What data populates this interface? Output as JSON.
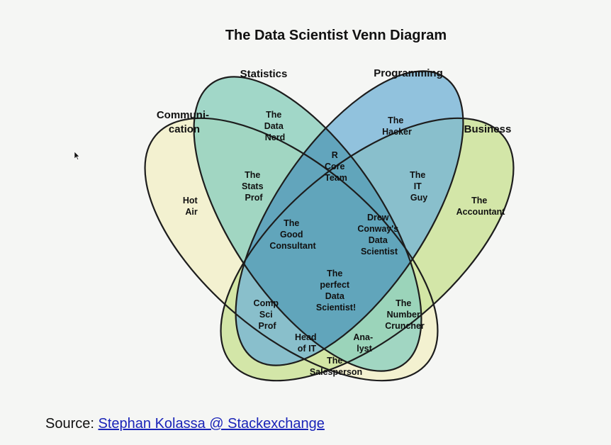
{
  "title": "The Data Scientist Venn Diagram",
  "sets": {
    "communication": {
      "label_lines": [
        "Communi-",
        "cation"
      ],
      "color": "#f3f1d0"
    },
    "statistics": {
      "label_lines": [
        "Statistics"
      ],
      "color": "#8fd0be"
    },
    "programming": {
      "label_lines": [
        "Programming"
      ],
      "color": "#74b4d6"
    },
    "business": {
      "label_lines": [
        "Business"
      ],
      "color": "#cfe4a0"
    }
  },
  "regions": {
    "hot_air": [
      "Hot",
      "Air"
    ],
    "data_nerd": [
      "The",
      "Data",
      "Nerd"
    ],
    "hacker": [
      "The",
      "Hacker"
    ],
    "accountant": [
      "The",
      "Accountant"
    ],
    "stats_prof": [
      "The",
      "Stats",
      "Prof"
    ],
    "r_core_team": [
      "R",
      "Core",
      "Team"
    ],
    "it_guy": [
      "The",
      "IT",
      "Guy"
    ],
    "good_consultant": [
      "The",
      "Good",
      "Consultant"
    ],
    "drew_conway": [
      "Drew",
      "Conway's",
      "Data",
      "Scientist"
    ],
    "perfect_data_scientist": [
      "The",
      "perfect",
      "Data",
      "Scientist!"
    ],
    "comp_sci_prof": [
      "Comp",
      "Sci",
      "Prof"
    ],
    "number_cruncher": [
      "The",
      "Number",
      "Cruncher"
    ],
    "head_of_it": [
      "Head",
      "of IT"
    ],
    "analyst": [
      "Ana-",
      "lyst"
    ],
    "salesperson": [
      "The",
      "Salesperson"
    ]
  },
  "footer": {
    "prefix": "Source:",
    "link_text": "Stephan Kolassa @ Stackexchange"
  }
}
